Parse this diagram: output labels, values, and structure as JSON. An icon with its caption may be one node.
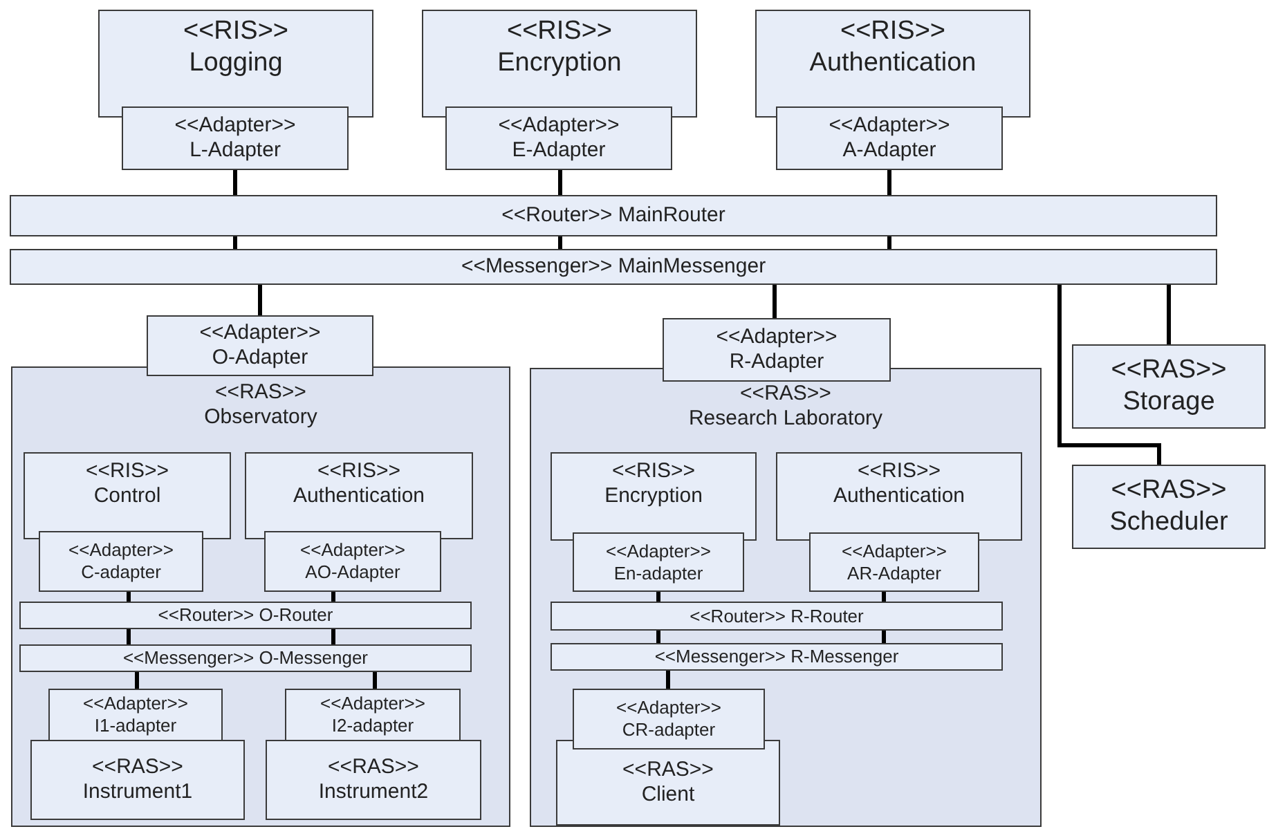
{
  "diagram": {
    "nodes": [
      {
        "text": [
          "<<RIS>>",
          "Logging"
        ]
      },
      {
        "text": [
          "<<Adapter>>",
          "L-Adapter"
        ]
      },
      {
        "text": [
          "<<RIS>>",
          "Encryption"
        ]
      },
      {
        "text": [
          "<<Adapter>>",
          "E-Adapter"
        ]
      },
      {
        "text": [
          "<<RIS>>",
          "Authentication"
        ]
      },
      {
        "text": [
          "<<Adapter>>",
          "A-Adapter"
        ]
      },
      {
        "text": [
          "<<Router>> MainRouter"
        ]
      },
      {
        "text": [
          "<<Messenger>> MainMessenger"
        ]
      },
      {
        "text": [
          "<<Adapter>>",
          "O-Adapter"
        ]
      },
      {
        "text": [
          "<<RAS>>",
          "Observatory"
        ]
      },
      {
        "text": [
          "<<RIS>>",
          "Control"
        ],
        "in": 9
      },
      {
        "text": [
          "<<Adapter>>",
          "C-adapter"
        ],
        "in": 9
      },
      {
        "text": [
          "<<RIS>>",
          "Authentication"
        ],
        "in": 9
      },
      {
        "text": [
          "<<Adapter>>",
          "AO-Adapter"
        ],
        "in": 9
      },
      {
        "text": [
          "<<Router>> O-Router"
        ],
        "in": 9
      },
      {
        "text": [
          "<<Messenger>> O-Messenger"
        ],
        "in": 9
      },
      {
        "text": [
          "<<Adapter>>",
          "I1-adapter"
        ],
        "in": 9
      },
      {
        "text": [
          "<<RAS>>",
          "Instrument1"
        ],
        "in": 9
      },
      {
        "text": [
          "<<Adapter>>",
          "I2-adapter"
        ],
        "in": 9
      },
      {
        "text": [
          "<<RAS>>",
          "Instrument2"
        ],
        "in": 9
      },
      {
        "text": [
          "<<Adapter>>",
          "R-Adapter"
        ]
      },
      {
        "text": [
          "<<RAS>>",
          "Research Laboratory"
        ]
      },
      {
        "text": [
          "<<RIS>>",
          "Encryption"
        ],
        "in": 21
      },
      {
        "text": [
          "<<Adapter>>",
          "En-adapter"
        ],
        "in": 21
      },
      {
        "text": [
          "<<RIS>>",
          "Authentication"
        ],
        "in": 21
      },
      {
        "text": [
          "<<Adapter>>",
          "AR-Adapter"
        ],
        "in": 21
      },
      {
        "text": [
          "<<Router>> R-Router"
        ],
        "in": 21
      },
      {
        "text": [
          "<<Messenger>> R-Messenger"
        ],
        "in": 21
      },
      {
        "text": [
          "<<Adapter>>",
          "CR-adapter"
        ],
        "in": 21
      },
      {
        "text": [
          "<<RAS>>",
          "Client"
        ],
        "in": 21
      },
      {
        "text": [
          "<<RAS>>",
          "Storage"
        ]
      },
      {
        "text": [
          "<<RAS>>",
          "Scheduler"
        ]
      }
    ],
    "edges": [
      {
        "from": 1,
        "to": 6,
        "arrow": "none"
      },
      {
        "from": 3,
        "to": 6,
        "arrow": "none"
      },
      {
        "from": 5,
        "to": 6,
        "arrow": "none"
      },
      {
        "from": 6,
        "to": 7,
        "arrow": "none"
      },
      {
        "from": 6,
        "to": 7,
        "arrow": "none"
      },
      {
        "from": 6,
        "to": 7,
        "arrow": "none"
      },
      {
        "from": 7,
        "to": 8,
        "arrow": "none"
      },
      {
        "from": 7,
        "to": 20,
        "arrow": "none"
      },
      {
        "from": 7,
        "to": 31,
        "arrow": "none"
      },
      {
        "from": 7,
        "to": 30,
        "arrow": "none"
      },
      {
        "from": 11,
        "to": 14,
        "arrow": "none"
      },
      {
        "from": 13,
        "to": 14,
        "arrow": "none"
      },
      {
        "from": 14,
        "to": 15,
        "arrow": "none"
      },
      {
        "from": 14,
        "to": 15,
        "arrow": "none"
      },
      {
        "from": 15,
        "to": 16,
        "arrow": "none"
      },
      {
        "from": 15,
        "to": 18,
        "arrow": "none"
      },
      {
        "from": 23,
        "to": 26,
        "arrow": "none"
      },
      {
        "from": 25,
        "to": 26,
        "arrow": "none"
      },
      {
        "from": 26,
        "to": 27,
        "arrow": "none"
      },
      {
        "from": 26,
        "to": 27,
        "arrow": "none"
      },
      {
        "from": 27,
        "to": 28,
        "arrow": "none"
      }
    ]
  }
}
